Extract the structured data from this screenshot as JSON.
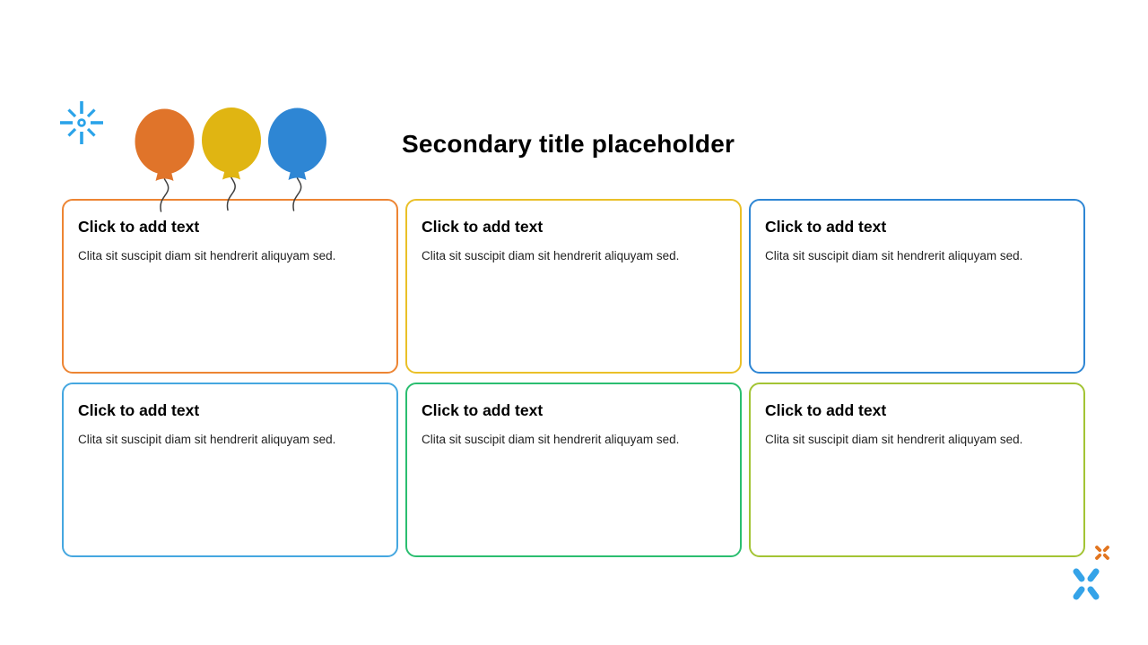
{
  "title": "Secondary title placeholder",
  "cards": [
    {
      "heading": "Click to add text",
      "body": "Clita sit suscipit diam sit hendrerit aliquyam sed."
    },
    {
      "heading": "Click to add text",
      "body": "Clita sit suscipit diam sit hendrerit aliquyam sed."
    },
    {
      "heading": "Click to add text",
      "body": "Clita sit suscipit diam sit hendrerit aliquyam sed."
    },
    {
      "heading": "Click to add text",
      "body": "Clita sit suscipit diam sit hendrerit aliquyam sed."
    },
    {
      "heading": "Click to add text",
      "body": "Clita sit suscipit diam sit hendrerit aliquyam sed."
    },
    {
      "heading": "Click to add text",
      "body": "Clita sit suscipit diam sit hendrerit aliquyam sed."
    }
  ],
  "colors": {
    "card_borders": [
      "#ED8533",
      "#EAC028",
      "#2E86D4",
      "#45A7E0",
      "#2BBE70",
      "#A3C434"
    ],
    "balloons": [
      "#E0742A",
      "#E0B512",
      "#2E86D4"
    ],
    "balloon_string": "#3F3F3F",
    "sparkle": "#2AA3E9",
    "x_small": "#E2751F",
    "x_large": "#35A3E8"
  },
  "icons": {
    "sparkle": "starburst-sparkle",
    "balloons": "three-party-balloons",
    "x_small": "x-sparkle-small",
    "x_large": "x-sparkle-large"
  }
}
